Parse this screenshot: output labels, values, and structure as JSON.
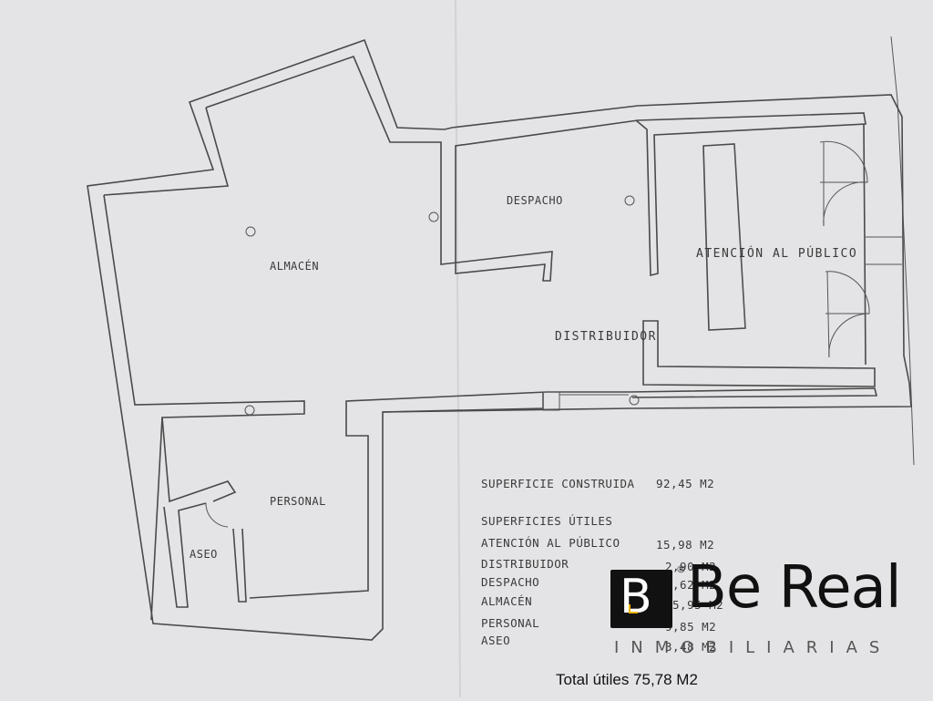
{
  "rooms": {
    "almacen": "ALMACÉN",
    "despacho": "DESPACHO",
    "atencion": "ATENCIÓN AL PÚBLICO",
    "distribuidor": "DISTRIBUIDOR",
    "personal": "PERSONAL",
    "aseo": "ASEO"
  },
  "surface_table": {
    "construida_label": "SUPERFICIE CONSTRUIDA",
    "construida_value": "92,45 M2",
    "utiles_heading": "SUPERFICIES ÚTILES",
    "rows": [
      {
        "label": "ATENCIÓN AL PÚBLICO",
        "value": "15,98 M2"
      },
      {
        "label": "DISTRIBUIDOR",
        "value": "2,90 M2"
      },
      {
        "label": "DESPACHO",
        "value": "7,62 M2"
      },
      {
        "label": "ALMACÉN",
        "value": "35,95 M2"
      },
      {
        "label": "PERSONAL",
        "value": "9,85 M2"
      },
      {
        "label": "ASEO",
        "value": "3,48 M2"
      }
    ]
  },
  "total": "Total útiles 75,78 M2",
  "logo": {
    "brand": "Be Real",
    "tagline": "INMOBILIARIAS",
    "letter": "B",
    "mark": "®",
    "icon": "be-real-logo-icon"
  },
  "colors": {
    "paper": "#e4e4e6",
    "lines": "#4a4a4a",
    "logo_accent": "#e8b400"
  }
}
